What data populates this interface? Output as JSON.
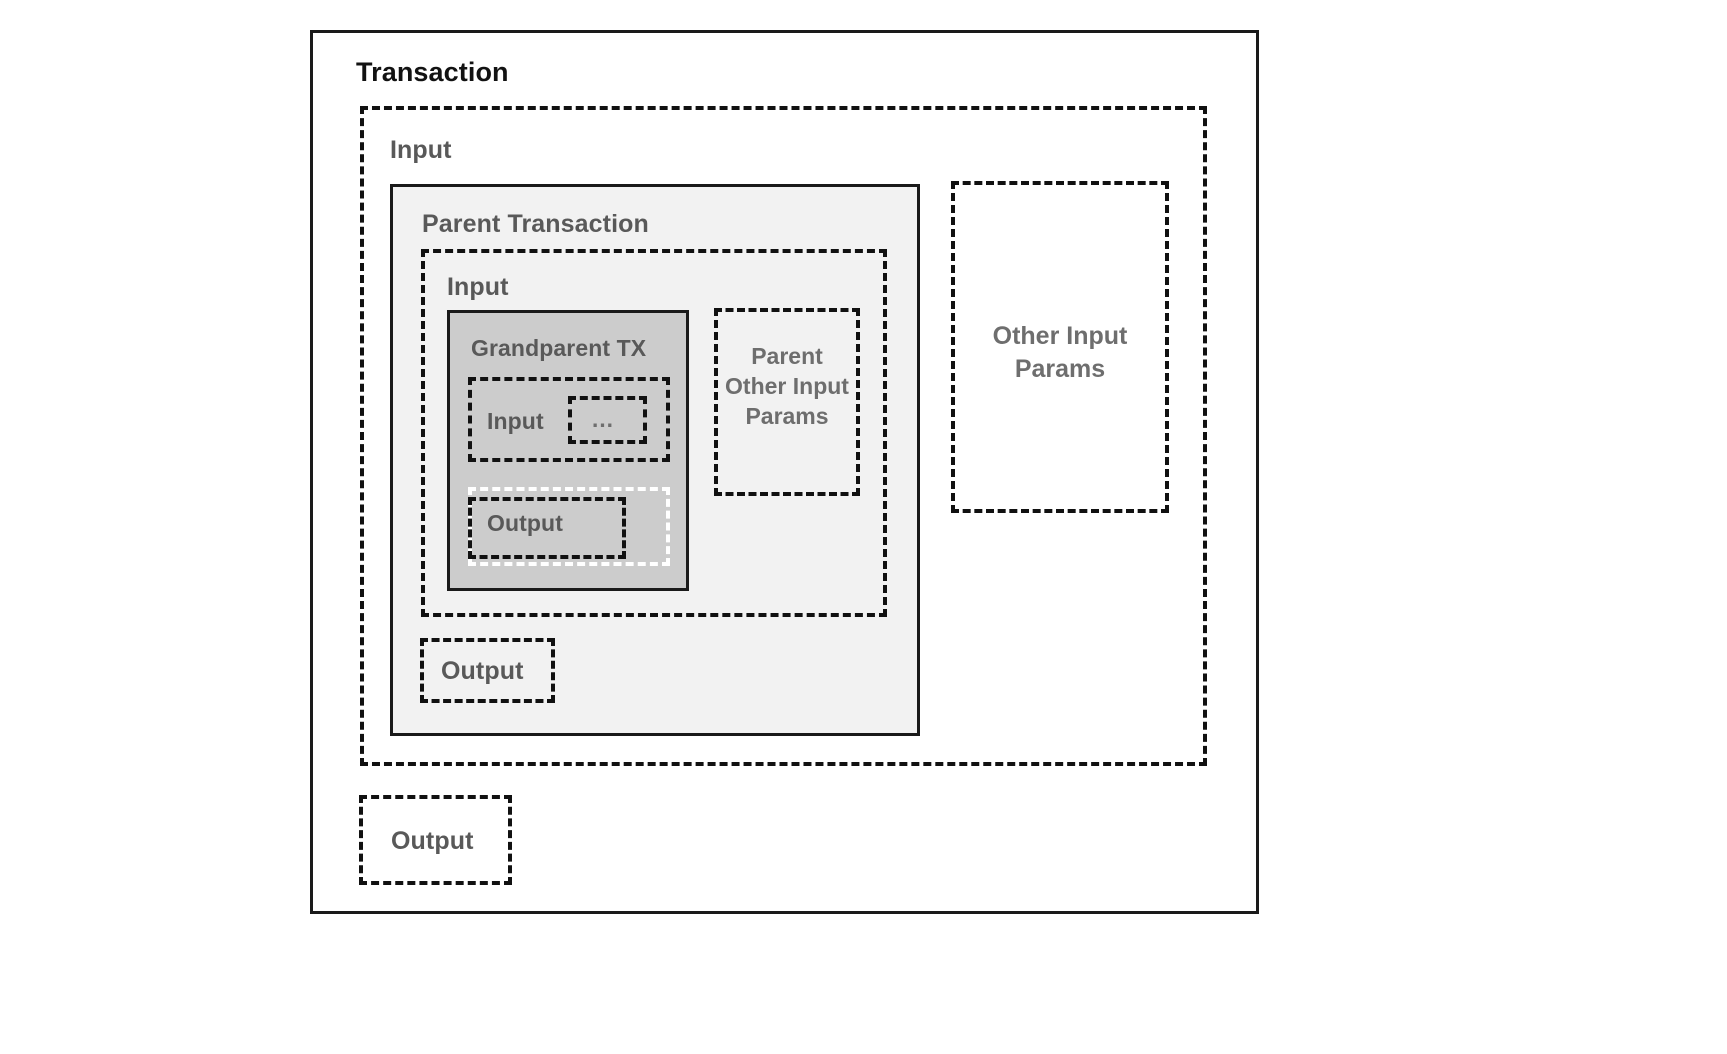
{
  "diagram": {
    "title": "Transaction",
    "background": "#ffffff",
    "colors": {
      "frame_stroke": "#1a1a1a",
      "dashed_stroke": "#111111",
      "white_dashed_stroke": "#ffffff",
      "parent_tx_fill": "#f2f2f2",
      "grandparent_tx_fill": "#cccccc",
      "label_dark": "#121212",
      "label_gray": "#595959",
      "label_gray_light": "#6e6e6e"
    },
    "transaction": {
      "title": "Transaction",
      "input": {
        "title": "Input",
        "parent_transaction": {
          "title": "Parent Transaction",
          "input": {
            "title": "Input",
            "grandparent_tx": {
              "title": "Grandparent TX",
              "input": {
                "title": "Input",
                "ellipsis": "…"
              },
              "output": {
                "title": "Output"
              }
            },
            "parent_other_input_params": {
              "title": "Parent Other Input Params"
            }
          },
          "output": {
            "title": "Output"
          }
        },
        "other_input_params": {
          "title": "Other Input Params"
        }
      },
      "output": {
        "title": "Output"
      }
    }
  }
}
